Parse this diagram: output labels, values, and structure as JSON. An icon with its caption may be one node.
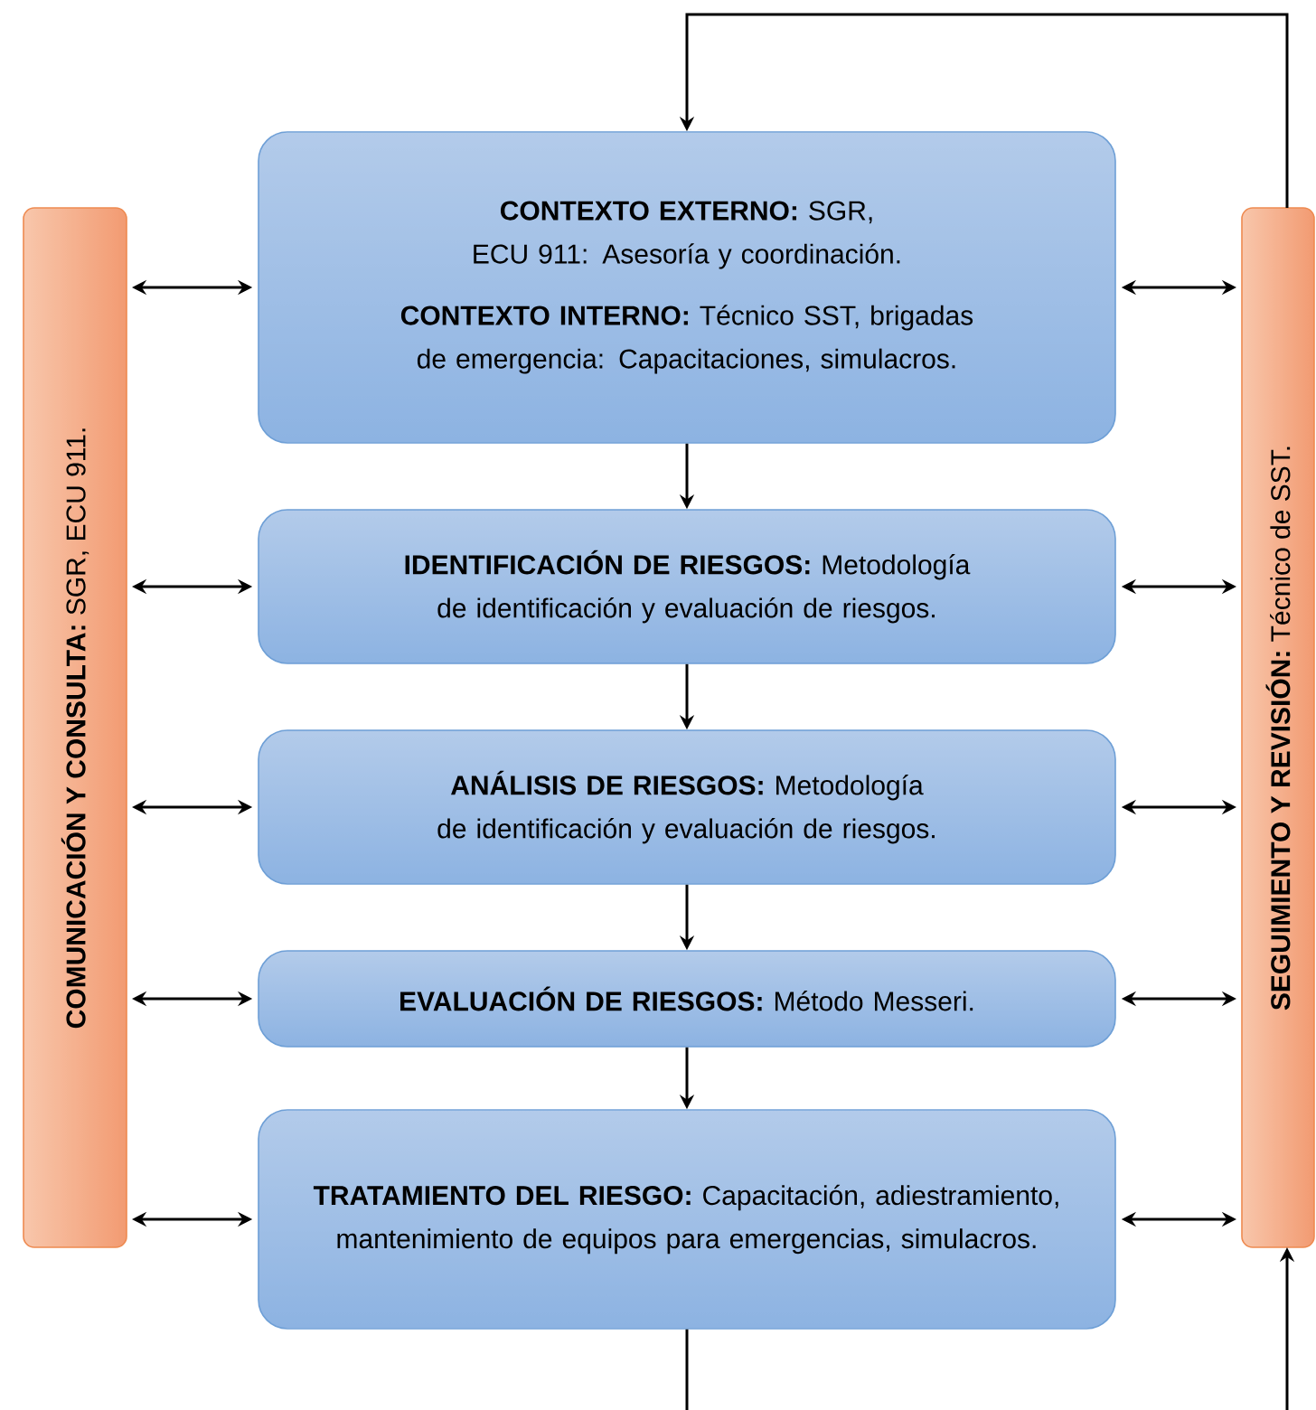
{
  "diagram": {
    "nodes": [
      {
        "text": [
          "**COMUNICACIÓN Y CONSULTA:** SGR, ECU 911."
        ]
      },
      {
        "text": [
          "**CONTEXTO EXTERNO:** SGR, ECU 911: Asesoría y coordinación.",
          "**CONTEXTO INTERNO:** Técnico SST, brigadas de emergencia: Capacitaciones, simulacros."
        ]
      },
      {
        "text": [
          "**IDENTIFICACIÓN DE RIESGOS:** Metodología de identificación y evaluación de riesgos."
        ]
      },
      {
        "text": [
          "**ANÁLISIS DE RIESGOS:** Metodología de identificación y evaluación de riesgos."
        ]
      },
      {
        "text": [
          "**EVALUACIÓN DE RIESGOS:** Método Messeri."
        ]
      },
      {
        "text": [
          "**TRATAMIENTO DEL RIESGO:** Capacitación, adiestramiento, mantenimiento de equipos para emergencias, simulacros."
        ]
      },
      {
        "text": [
          "**SEGUIMIENTO Y REVISIÓN:** Técnico de SST."
        ]
      }
    ],
    "edges": [
      {
        "from": 0,
        "to": 1,
        "arrow": "both"
      },
      {
        "from": 0,
        "to": 2,
        "arrow": "both"
      },
      {
        "from": 0,
        "to": 3,
        "arrow": "both"
      },
      {
        "from": 0,
        "to": 4,
        "arrow": "both"
      },
      {
        "from": 0,
        "to": 5,
        "arrow": "both"
      },
      {
        "from": 1,
        "to": 6,
        "arrow": "both"
      },
      {
        "from": 2,
        "to": 6,
        "arrow": "both"
      },
      {
        "from": 3,
        "to": 6,
        "arrow": "both"
      },
      {
        "from": 4,
        "to": 6,
        "arrow": "both"
      },
      {
        "from": 5,
        "to": 6,
        "arrow": "both"
      },
      {
        "from": 1,
        "to": 2,
        "arrow": "to"
      },
      {
        "from": 2,
        "to": 3,
        "arrow": "to"
      },
      {
        "from": 3,
        "to": 4,
        "arrow": "to"
      },
      {
        "from": 4,
        "to": 5,
        "arrow": "to"
      },
      {
        "from": 6,
        "to": 1,
        "arrow": "to"
      },
      {
        "from": 5,
        "to": null,
        "arrow": "none"
      },
      {
        "from": null,
        "to": 6,
        "arrow": "to"
      }
    ]
  }
}
